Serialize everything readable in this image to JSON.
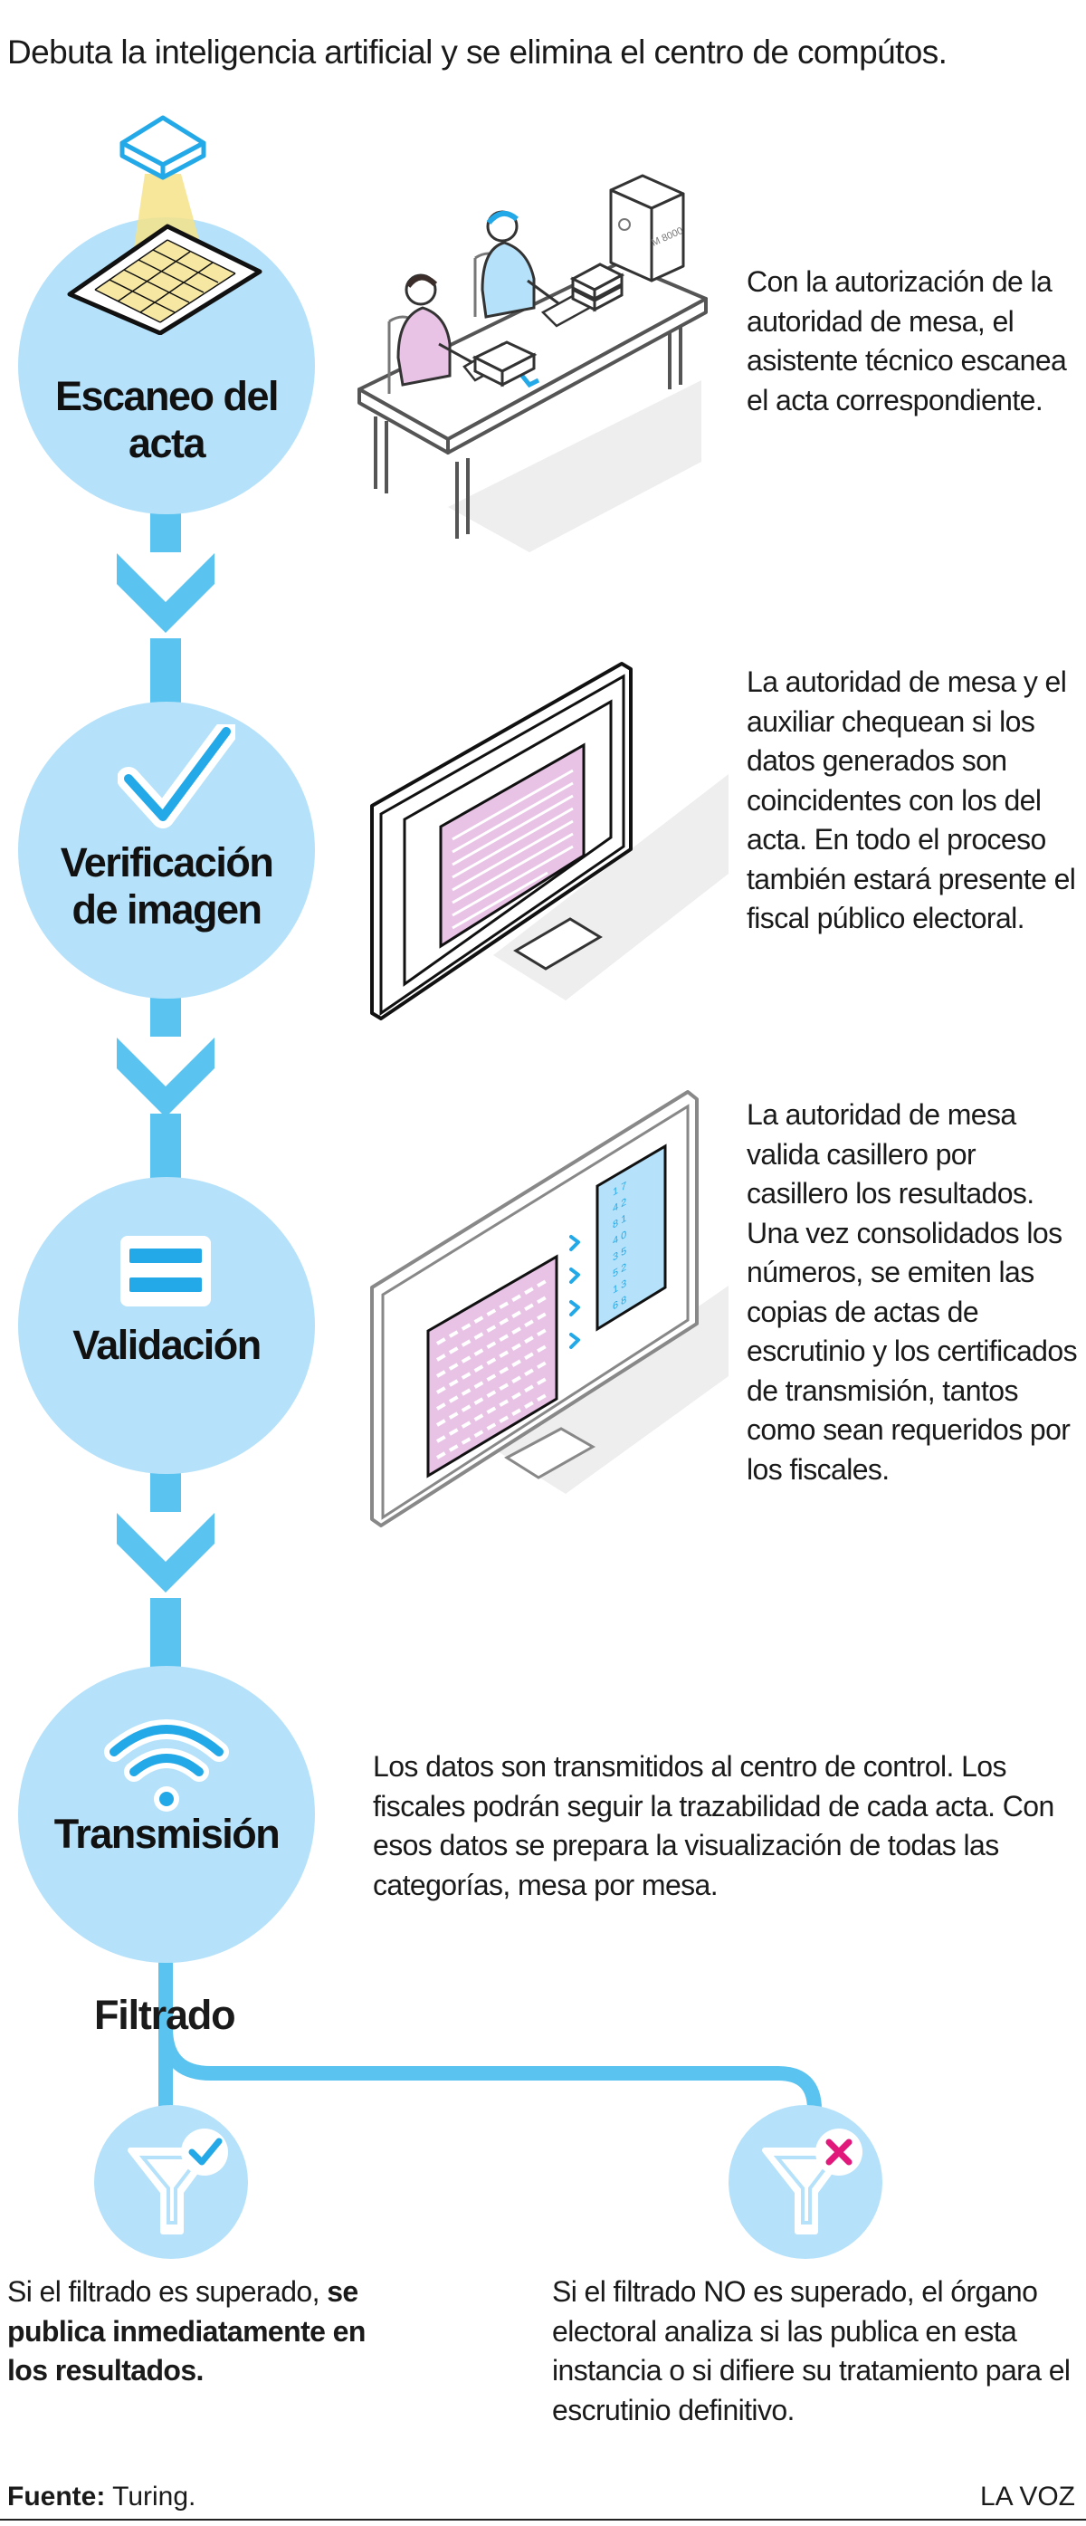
{
  "header": {
    "title": "Debuta la inteligencia artificial y se elimina el centro de compútos."
  },
  "colors": {
    "spine": "#5bc3ef",
    "circle": "#b5e2fa",
    "icon_accent": "#24a9e8",
    "sheet_pink": "#e9c3e6",
    "sheet_yellow": "#f6e7a3",
    "error_mark": "#e0197a"
  },
  "steps": [
    {
      "label_line1": "Escaneo del",
      "label_line2": "acta",
      "icon": "scanner-icon",
      "description": "Con la autorización de la autoridad de mesa, el asistente técnico escanea el acta correspondiente.",
      "illustration": "scanning-desk-illustration"
    },
    {
      "label_line1": "Verificación",
      "label_line2": "de imagen",
      "icon": "check-icon",
      "description": "La autoridad de mesa y el auxiliar chequean si los datos generados son coincidentes con los del acta. En todo el proceso también estará presente el fiscal público electoral.",
      "illustration": "monitor-acta-illustration"
    },
    {
      "label_line1": "Validación",
      "label_line2": "",
      "icon": "equals-icon",
      "description": "La autoridad de mesa valida casillero por casillero los resultados. Una vez consolidados los números, se emiten las copias de actas de escrutinio y los certificados de transmisión, tantos como sean requeridos por los fiscales.",
      "illustration": "monitor-validation-illustration"
    },
    {
      "label_line1": "Transmisión",
      "label_line2": "",
      "icon": "wifi-icon",
      "description": "Los datos son transmitidos al centro de control. Los fiscales podrán seguir la trazabilidad de cada acta. Con esos datos se prepara la visualización de todas las categorías, mesa por mesa."
    }
  ],
  "filter": {
    "label": "Filtrado",
    "passed": {
      "icon": "filter-check-icon",
      "text_plain": "Si el filtrado es superado, ",
      "text_bold": "se publica inmediatamente en los resultados."
    },
    "failed": {
      "icon": "filter-cross-icon",
      "text": "Si el filtrado NO es superado, el órgano electoral analiza si las publica en esta instancia o si difiere su tratamiento para el escrutinio definitivo."
    }
  },
  "footer": {
    "source_label": "Fuente:",
    "source_value": " Turing.",
    "brand": "LA VOZ"
  },
  "illustration_text": {
    "server_label": "M 8000",
    "validation_digits": [
      "1 7",
      "4 2",
      "8 1",
      "4 0",
      "3 5",
      "5 2",
      "1 3",
      "6 8"
    ]
  }
}
